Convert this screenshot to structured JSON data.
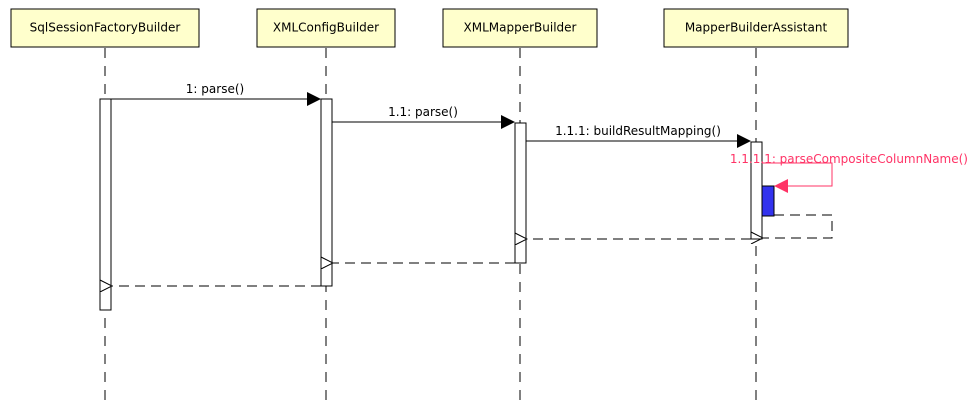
{
  "participants": [
    {
      "id": "p0",
      "label": "SqlSessionFactoryBuilder"
    },
    {
      "id": "p1",
      "label": "XMLConfigBuilder"
    },
    {
      "id": "p2",
      "label": "XMLMapperBuilder"
    },
    {
      "id": "p3",
      "label": "MapperBuilderAssistant"
    }
  ],
  "messages": [
    {
      "id": "m1",
      "label": "1: parse()",
      "from": "p0",
      "to": "p1",
      "kind": "call"
    },
    {
      "id": "m2",
      "label": "1.1: parse()",
      "from": "p1",
      "to": "p2",
      "kind": "call"
    },
    {
      "id": "m3",
      "label": "1.1.1: buildResultMapping()",
      "from": "p2",
      "to": "p3",
      "kind": "call"
    },
    {
      "id": "m4",
      "label": "1.1.1.1: parseCompositeColumnName()",
      "from": "p3",
      "to": "p3",
      "kind": "self"
    },
    {
      "id": "r4",
      "label": "",
      "from": "p3",
      "to": "p3",
      "kind": "self-return"
    },
    {
      "id": "r3",
      "label": "",
      "from": "p3",
      "to": "p2",
      "kind": "return"
    },
    {
      "id": "r2",
      "label": "",
      "from": "p2",
      "to": "p1",
      "kind": "return"
    },
    {
      "id": "r1",
      "label": "",
      "from": "p1",
      "to": "p0",
      "kind": "return"
    }
  ],
  "colors": {
    "participant_fill": "#ffffcc",
    "activation_fill": "#ffffff",
    "self_activation_fill": "#3333ee",
    "self_call": "#ff3366",
    "line": "#000000"
  }
}
